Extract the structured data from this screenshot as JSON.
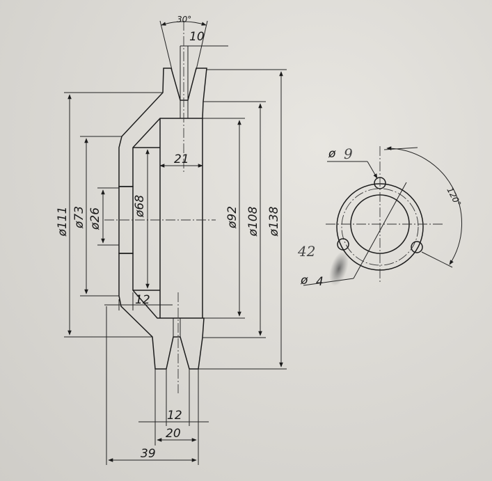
{
  "section_view": {
    "dimensions": {
      "groove_angle": "30°",
      "groove_top_width": "10",
      "bore_width": "21",
      "dia_111": "ø111",
      "dia_73": "ø73",
      "dia_26": "ø26",
      "dia_68": "ø68",
      "dia_92": "ø92",
      "dia_108": "ø108",
      "dia_138": "ø138",
      "flange_thickness": "12",
      "groove_bottom_width": "12",
      "rim_width": "20",
      "overall_width": "39"
    }
  },
  "end_view": {
    "hole_dia_label": "ø",
    "hole_dia_value": "9",
    "hole_spacing_angle": "120°",
    "pcd_label": "ø",
    "pcd_value_original": "4",
    "pcd_value_handwritten": "42"
  },
  "colors": {
    "paper": "#dcdad5",
    "ink": "#1c1c1c",
    "pencil": "#444444",
    "smudge": "#555555"
  }
}
